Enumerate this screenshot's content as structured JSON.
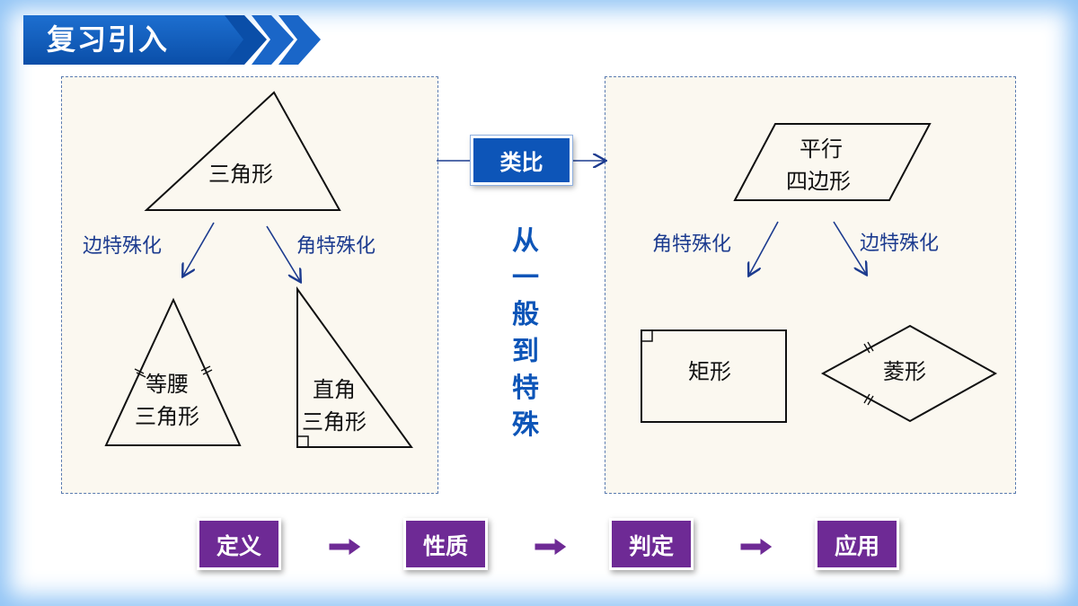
{
  "header": {
    "title": "复习引入"
  },
  "left_panel": {
    "top_shape": "三角形",
    "branch_left": "边特殊化",
    "branch_right": "角特殊化",
    "isosceles": [
      "等腰",
      "三角形"
    ],
    "right_triangle": [
      "直角",
      "三角形"
    ]
  },
  "center": {
    "analogy": "类比",
    "vertical_text": "从\n一\n般\n到\n特\n殊"
  },
  "right_panel": {
    "top_shape": [
      "平行",
      "四边形"
    ],
    "branch_left": "角特殊化",
    "branch_right": "边特殊化",
    "rectangle": "矩形",
    "rhombus": "菱形"
  },
  "steps": [
    "定义",
    "性质",
    "判定",
    "应用"
  ],
  "colors": {
    "banner": "#0d55b8",
    "step_box": "#6e2a95",
    "branch_text": "#1c3b8f",
    "panel_bg": "#fbf8f0",
    "frame_glow": "#8fc3f5"
  }
}
